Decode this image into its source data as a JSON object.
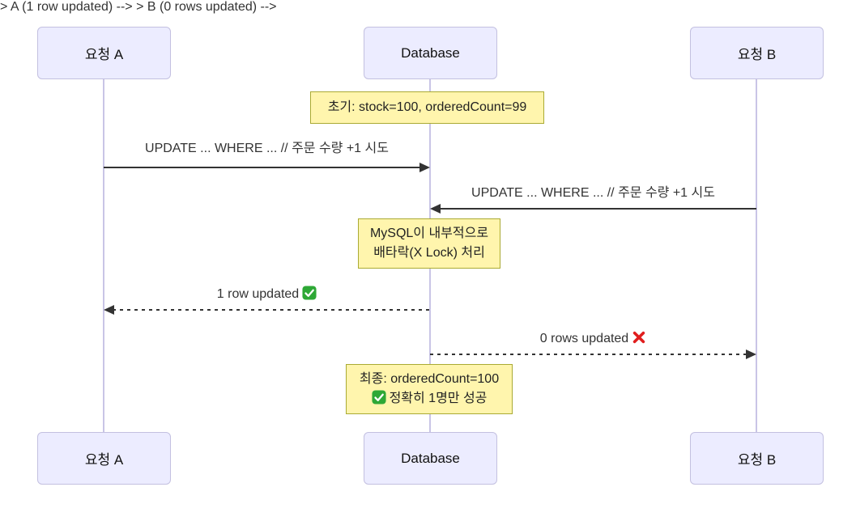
{
  "diagram": {
    "type": "sequence",
    "background": "#ffffff",
    "colors": {
      "actor_fill": "#ECECFF",
      "actor_border": "#c3c0e0",
      "lifeline": "#c9c5e6",
      "note_fill": "#FFF5AD",
      "note_border": "#AAAA33",
      "text": "#333333",
      "message_line": "#333333",
      "success_green": "#2EA836",
      "failure_red": "#E01E1E"
    },
    "actors": [
      {
        "id": "req-a",
        "label": "요청 A"
      },
      {
        "id": "database",
        "label": "Database"
      },
      {
        "id": "req-b",
        "label": "요청 B"
      }
    ],
    "notes": [
      {
        "id": "note-initial",
        "over": "database",
        "lines": [
          "초기: stock=100, orderedCount=99"
        ]
      },
      {
        "id": "note-lock",
        "over": "database",
        "lines": [
          "MySQL이 내부적으로",
          "배타락(X Lock) 처리"
        ]
      },
      {
        "id": "note-final",
        "over": "database",
        "lines": [
          "최종: orderedCount=100",
          "정확히 1명만 성공"
        ],
        "line2_icon": "success-check-icon"
      }
    ],
    "messages": [
      {
        "id": "msg-a-update",
        "from": "req-a",
        "to": "database",
        "style": "solid",
        "label": "UPDATE ... WHERE ... // 주문 수량 +1 시도"
      },
      {
        "id": "msg-b-update",
        "from": "req-b",
        "to": "database",
        "style": "solid",
        "label": "UPDATE ... WHERE ... // 주문 수량 +1 시도"
      },
      {
        "id": "msg-a-result",
        "from": "database",
        "to": "req-a",
        "style": "dashed",
        "label": "1 row updated",
        "icon": "success-check-icon"
      },
      {
        "id": "msg-b-result",
        "from": "database",
        "to": "req-b",
        "style": "dashed",
        "label": "0 rows updated",
        "icon": "failure-cross-icon"
      }
    ],
    "icons": {
      "success_check": "✅",
      "failure_cross": "❌"
    }
  }
}
